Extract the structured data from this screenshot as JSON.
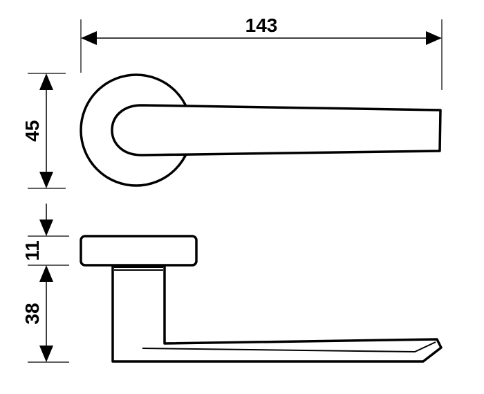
{
  "dimensions": {
    "overall_length": "143",
    "rose_diameter": "45",
    "rose_thickness": "11",
    "handle_projection": "38"
  },
  "colors": {
    "line": "#000000",
    "background": "#ffffff"
  }
}
